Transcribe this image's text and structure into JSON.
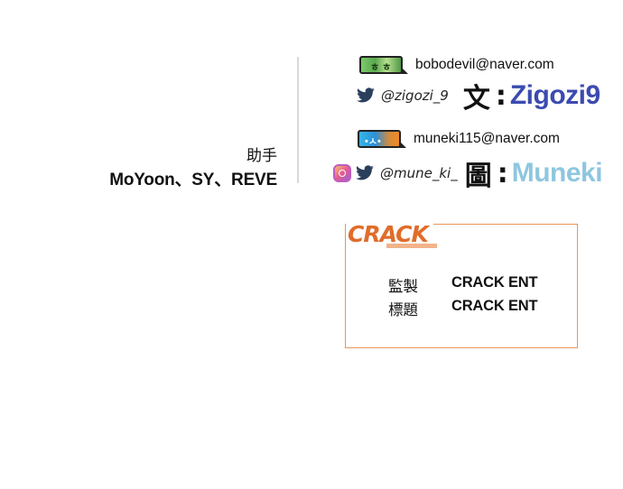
{
  "assistants": {
    "title": "助手",
    "names": "MoYoon、SY、REVE"
  },
  "writer": {
    "email": "bobodevil@naver.com",
    "handle": "@zigozi_9",
    "role": "文",
    "name": "Zigozi9"
  },
  "artist": {
    "email": "muneki115@naver.com",
    "handle": "@mune_ki_",
    "role": "圖",
    "name": "Muneki"
  },
  "credits": {
    "logo": "CRACK",
    "rows": [
      {
        "label": "監製",
        "value": "CRACK ENT"
      },
      {
        "label": "標題",
        "value": "CRACK ENT"
      }
    ]
  },
  "colors": {
    "writer_name": "#3b4bb0",
    "artist_name": "#8fc6df",
    "brand": "#e06d2a",
    "twitter": "#2a3f5c"
  },
  "icons": [
    "email-bubble-icon",
    "twitter-icon",
    "instagram-icon"
  ]
}
